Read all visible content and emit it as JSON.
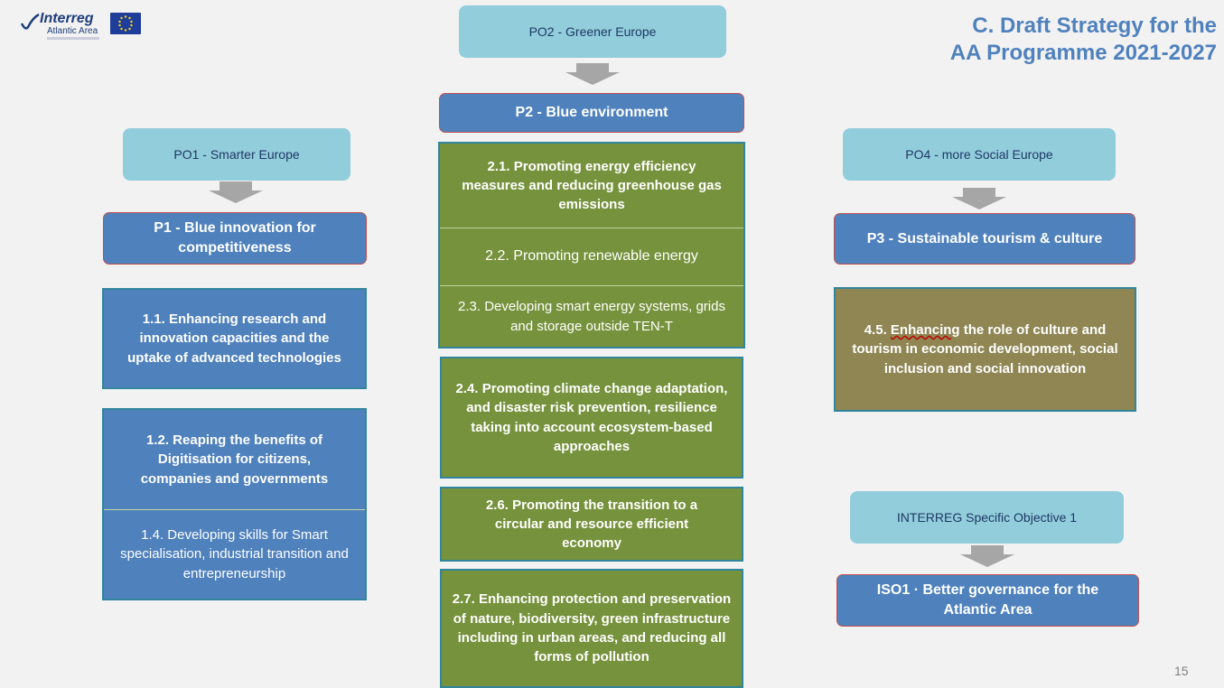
{
  "logo": {
    "brand": "Interreg",
    "sub": "Atlantic Area"
  },
  "title": {
    "line1": "C. Draft Strategy for the",
    "line2": "AA Programme 2021-2027"
  },
  "po2": {
    "label": "PO2 - Greener Europe"
  },
  "p2": {
    "label": "P2 - Blue environment"
  },
  "po1": {
    "label": "PO1 - Smarter Europe"
  },
  "p1": {
    "label": "P1 - Blue innovation for competitiveness"
  },
  "po4": {
    "label": "PO4 - more Social Europe"
  },
  "p3": {
    "label": "P3 - Sustainable tourism & culture"
  },
  "iso": {
    "label": "INTERREG Specific Objective 1",
    "priority": "ISO1 · Better governance for the Atlantic Area"
  },
  "col1": {
    "o11": "1.1. Enhancing research and innovation capacities and the uptake of advanced technologies",
    "o12": "1.2. Reaping the benefits of Digitisation for citizens, companies and governments",
    "o14": "1.4. Developing skills for Smart specialisation, industrial transition and entrepreneurship"
  },
  "col2": {
    "o21": "2.1. Promoting energy efficiency measures and reducing greenhouse gas emissions",
    "o22": "2.2. Promoting renewable energy",
    "o23": "2.3. Developing smart energy systems, grids and storage outside TEN-T",
    "o24": "2.4. Promoting climate change adaptation, and disaster risk prevention, resilience  taking into account ecosystem-based approaches",
    "o26": "2.6. Promoting the transition to a circular and resource efficient economy",
    "o27": "2.7. Enhancing protection and preservation of nature, biodiversity, green infrastructure including in urban areas, and reducing all forms of pollution"
  },
  "col3": {
    "o45_num": "4.5.",
    "o45_word": "Enhancing",
    "o45_rest": "the role of culture and tourism in economic development, social inclusion and social innovation"
  },
  "page_number": "15",
  "colors": {
    "po_fill": "#92cddc",
    "priority_fill": "#4f81bd",
    "priority_border": "#c0504d",
    "green_fill": "#76923c",
    "olive_fill": "#8f8654",
    "title": "#4f81bd"
  }
}
